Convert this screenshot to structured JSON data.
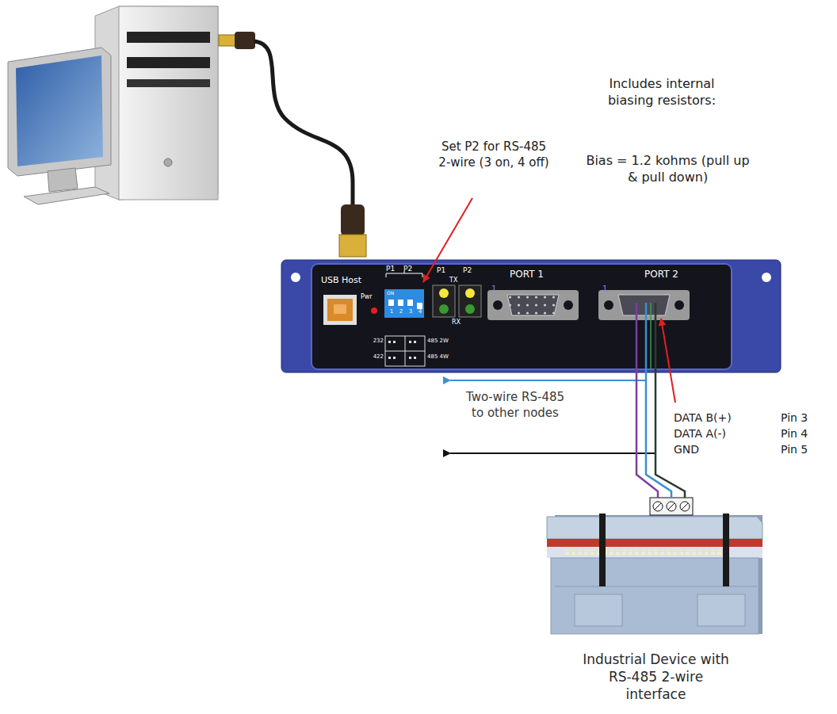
{
  "diagram": {
    "nodes": [
      {
        "text": [
          "USB Host",
          "Pwr",
          "PORT 1",
          "PORT 2"
        ]
      },
      {
        "text": [
          "Industrial Device with RS-485 2-wire interface"
        ]
      }
    ],
    "edges": [
      {
        "from": 0,
        "to": 1,
        "arrow": "none"
      },
      {
        "from": 0,
        "to": 1,
        "arrow": "none"
      },
      {
        "from": 0,
        "to": 1,
        "arrow": "none"
      }
    ],
    "labels": [
      "Includes internal biasing resistors:",
      "Bias = 1.2 kohms (pull up & pull down)",
      "Set P2 for RS-485 2-wire (3 on, 4 off)",
      "P1",
      "P2",
      "ON",
      "1",
      "2",
      "3",
      "4",
      "P1",
      "P2",
      "TX",
      "RX",
      "232",
      "485 2W",
      "422",
      "485 4W",
      "1",
      "1",
      "DATA B(+)",
      "Pin 3",
      "DATA A(-)",
      "Pin 4",
      "GND",
      "Pin 5",
      "Two-wire RS-485 to other nodes"
    ]
  }
}
